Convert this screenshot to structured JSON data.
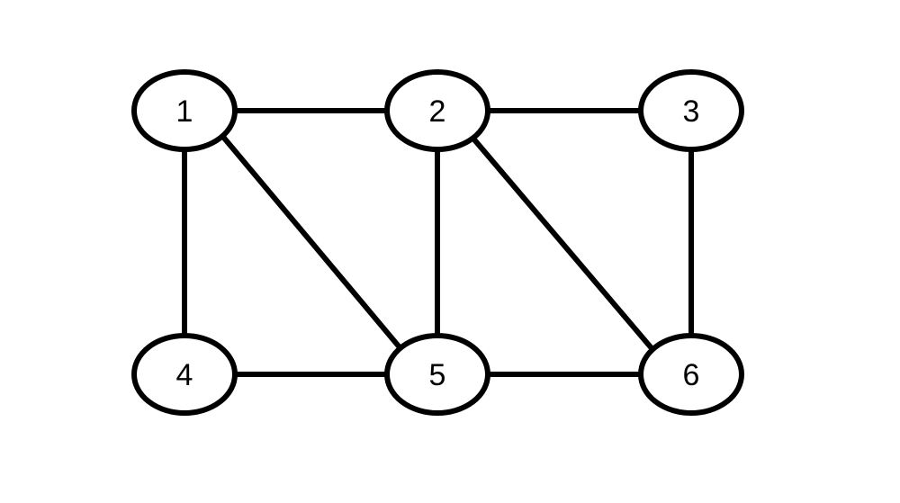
{
  "graph": {
    "nodes": [
      {
        "id": "n1",
        "label": "1"
      },
      {
        "id": "n2",
        "label": "2"
      },
      {
        "id": "n3",
        "label": "3"
      },
      {
        "id": "n4",
        "label": "4"
      },
      {
        "id": "n5",
        "label": "5"
      },
      {
        "id": "n6",
        "label": "6"
      }
    ],
    "edges": [
      {
        "from": "1",
        "to": "2"
      },
      {
        "from": "2",
        "to": "3"
      },
      {
        "from": "1",
        "to": "4"
      },
      {
        "from": "1",
        "to": "5"
      },
      {
        "from": "2",
        "to": "5"
      },
      {
        "from": "2",
        "to": "6"
      },
      {
        "from": "3",
        "to": "6"
      },
      {
        "from": "4",
        "to": "5"
      },
      {
        "from": "5",
        "to": "6"
      }
    ],
    "colors": {
      "stroke": "#000000",
      "fill": "#ffffff"
    }
  }
}
